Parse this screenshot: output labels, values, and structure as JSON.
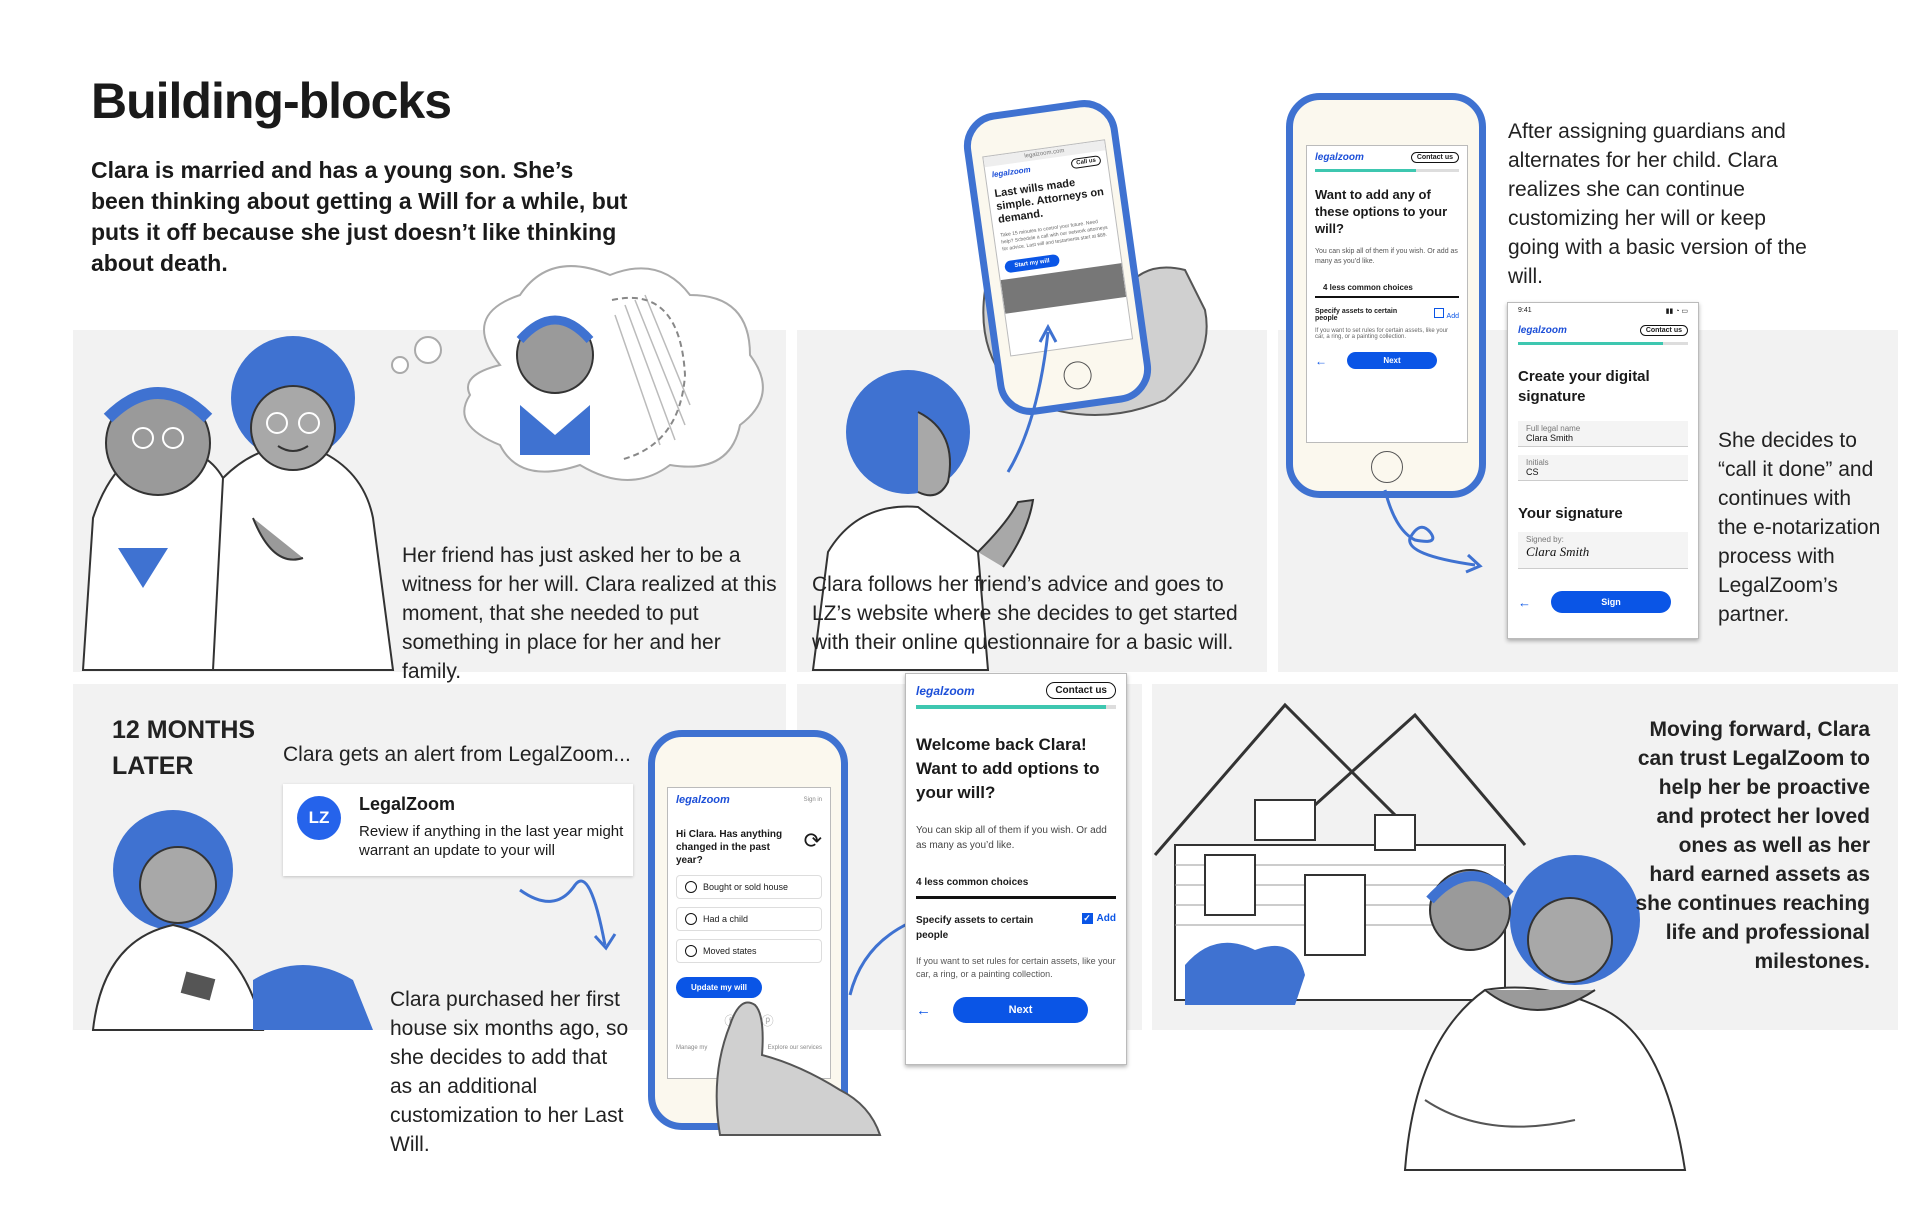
{
  "header": {
    "title": "Building-blocks",
    "intro": "Clara is married and has a young son. She’s been thinking about getting a Will for a while, but puts it off because she just doesn’t like thinking about death."
  },
  "captions": {
    "witness": "Her friend has just asked her to be a witness for her will. Clara realized at this moment, that she needed to put something in place for her and her family.",
    "website": "Clara follows her friend’s advice and goes to LZ’s website where she decides to get started with their online questionnaire for a basic will.",
    "guardians": "After assigning guardians and alternates for her child. Clara realizes she can continue customizing her will or keep going with a basic version of the will.",
    "call_it_done": "She decides to “call it done” and continues with the e-notarization process with LegalZoom’s partner.",
    "months_later": "12 MONTHS LATER",
    "alert_intro": "Clara gets an alert from LegalZoom...",
    "purchased_house": "Clara purchased her first house six months ago, so she decides to add that as an additional customization to her Last Will.",
    "moving_forward": "Moving forward, Clara can trust LegalZoom to help her be proactive and protect her loved ones as well as her hard earned assets as she continues reaching life and professional milestones."
  },
  "notification": {
    "icon_text": "LZ",
    "app_name": "LegalZoom",
    "message": "Review if anything in the last year might warrant an update to your will"
  },
  "phone_home": {
    "url": "legalzoom.com",
    "call_label": "Call us",
    "headline": "Last wills made simple. Attorneys on demand.",
    "body": "Take 15 minutes to control your future. Need help? Schedule a call with our network attorneys for advice. Last will and testaments start at $89.",
    "cta": "Start my will"
  },
  "phone_options": {
    "contact": "Contact us",
    "question": "Want to add any of these options to your will?",
    "help": "You can skip all of them if you wish. Or add as many as you’d like.",
    "section": "4 less common choices",
    "item": "Specify assets to certain people",
    "add": "Add",
    "item_desc": "If you want to set rules for certain assets, like your car, a ring, or a painting collection.",
    "next": "Next"
  },
  "signature_screen": {
    "time": "9:41",
    "contact": "Contact us",
    "title": "Create your digital signature",
    "name_label": "Full legal name",
    "name_value": "Clara Smith",
    "initials_label": "Initials",
    "initials_value": "CS",
    "sig_title": "Your signature",
    "signed_label": "Signed by:",
    "signed_value": "Clara Smith",
    "sign_btn": "Sign"
  },
  "phone_update": {
    "sign_in": "Sign in",
    "question": "Hi Clara. Has anything changed in the past year?",
    "options": [
      "Bought or sold house",
      "Had a child",
      "Moved states"
    ],
    "cta": "Update my will",
    "footer_left": "Manage my",
    "footer_right": "Explore our services"
  },
  "welcome_screen": {
    "contact": "Contact us",
    "title": "Welcome back Clara! Want to add options to your will?",
    "help": "You can skip all of them if you wish. Or add as many as you’d like.",
    "section": "4 less common choices",
    "item": "Specify assets to certain people",
    "add": "Add",
    "item_desc": "If you want to set rules for certain assets, like your car, a ring, or a painting collection.",
    "next": "Next"
  },
  "brand": {
    "logo": "legalzoom",
    "accent": "#0a55e6",
    "teal": "#3ec7b0",
    "illustration_blue": "#3f72d1"
  }
}
